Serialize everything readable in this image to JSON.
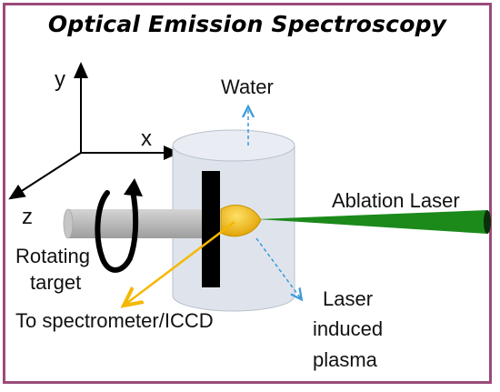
{
  "title": "Optical Emission Spectroscopy",
  "axes": {
    "y": "y",
    "x": "x",
    "z": "z"
  },
  "labels": {
    "water": "Water",
    "ablation_laser": "Ablation Laser",
    "rotating_target_line1": "Rotating",
    "rotating_target_line2": "target",
    "spectrometer": "To spectrometer/ICCD",
    "plasma_line1": "Laser",
    "plasma_line2": "induced",
    "plasma_line3": "plasma"
  },
  "colors": {
    "frame": "#9b4b7a",
    "laser_beam": "#1b8a1b",
    "plasma": "#f5b800",
    "emission_arrow": "#f5b800",
    "flow_arrow": "#3a9ad9",
    "cylinder": "#dfe4ec",
    "rod": "#b8b8b8",
    "target": "#000000"
  }
}
